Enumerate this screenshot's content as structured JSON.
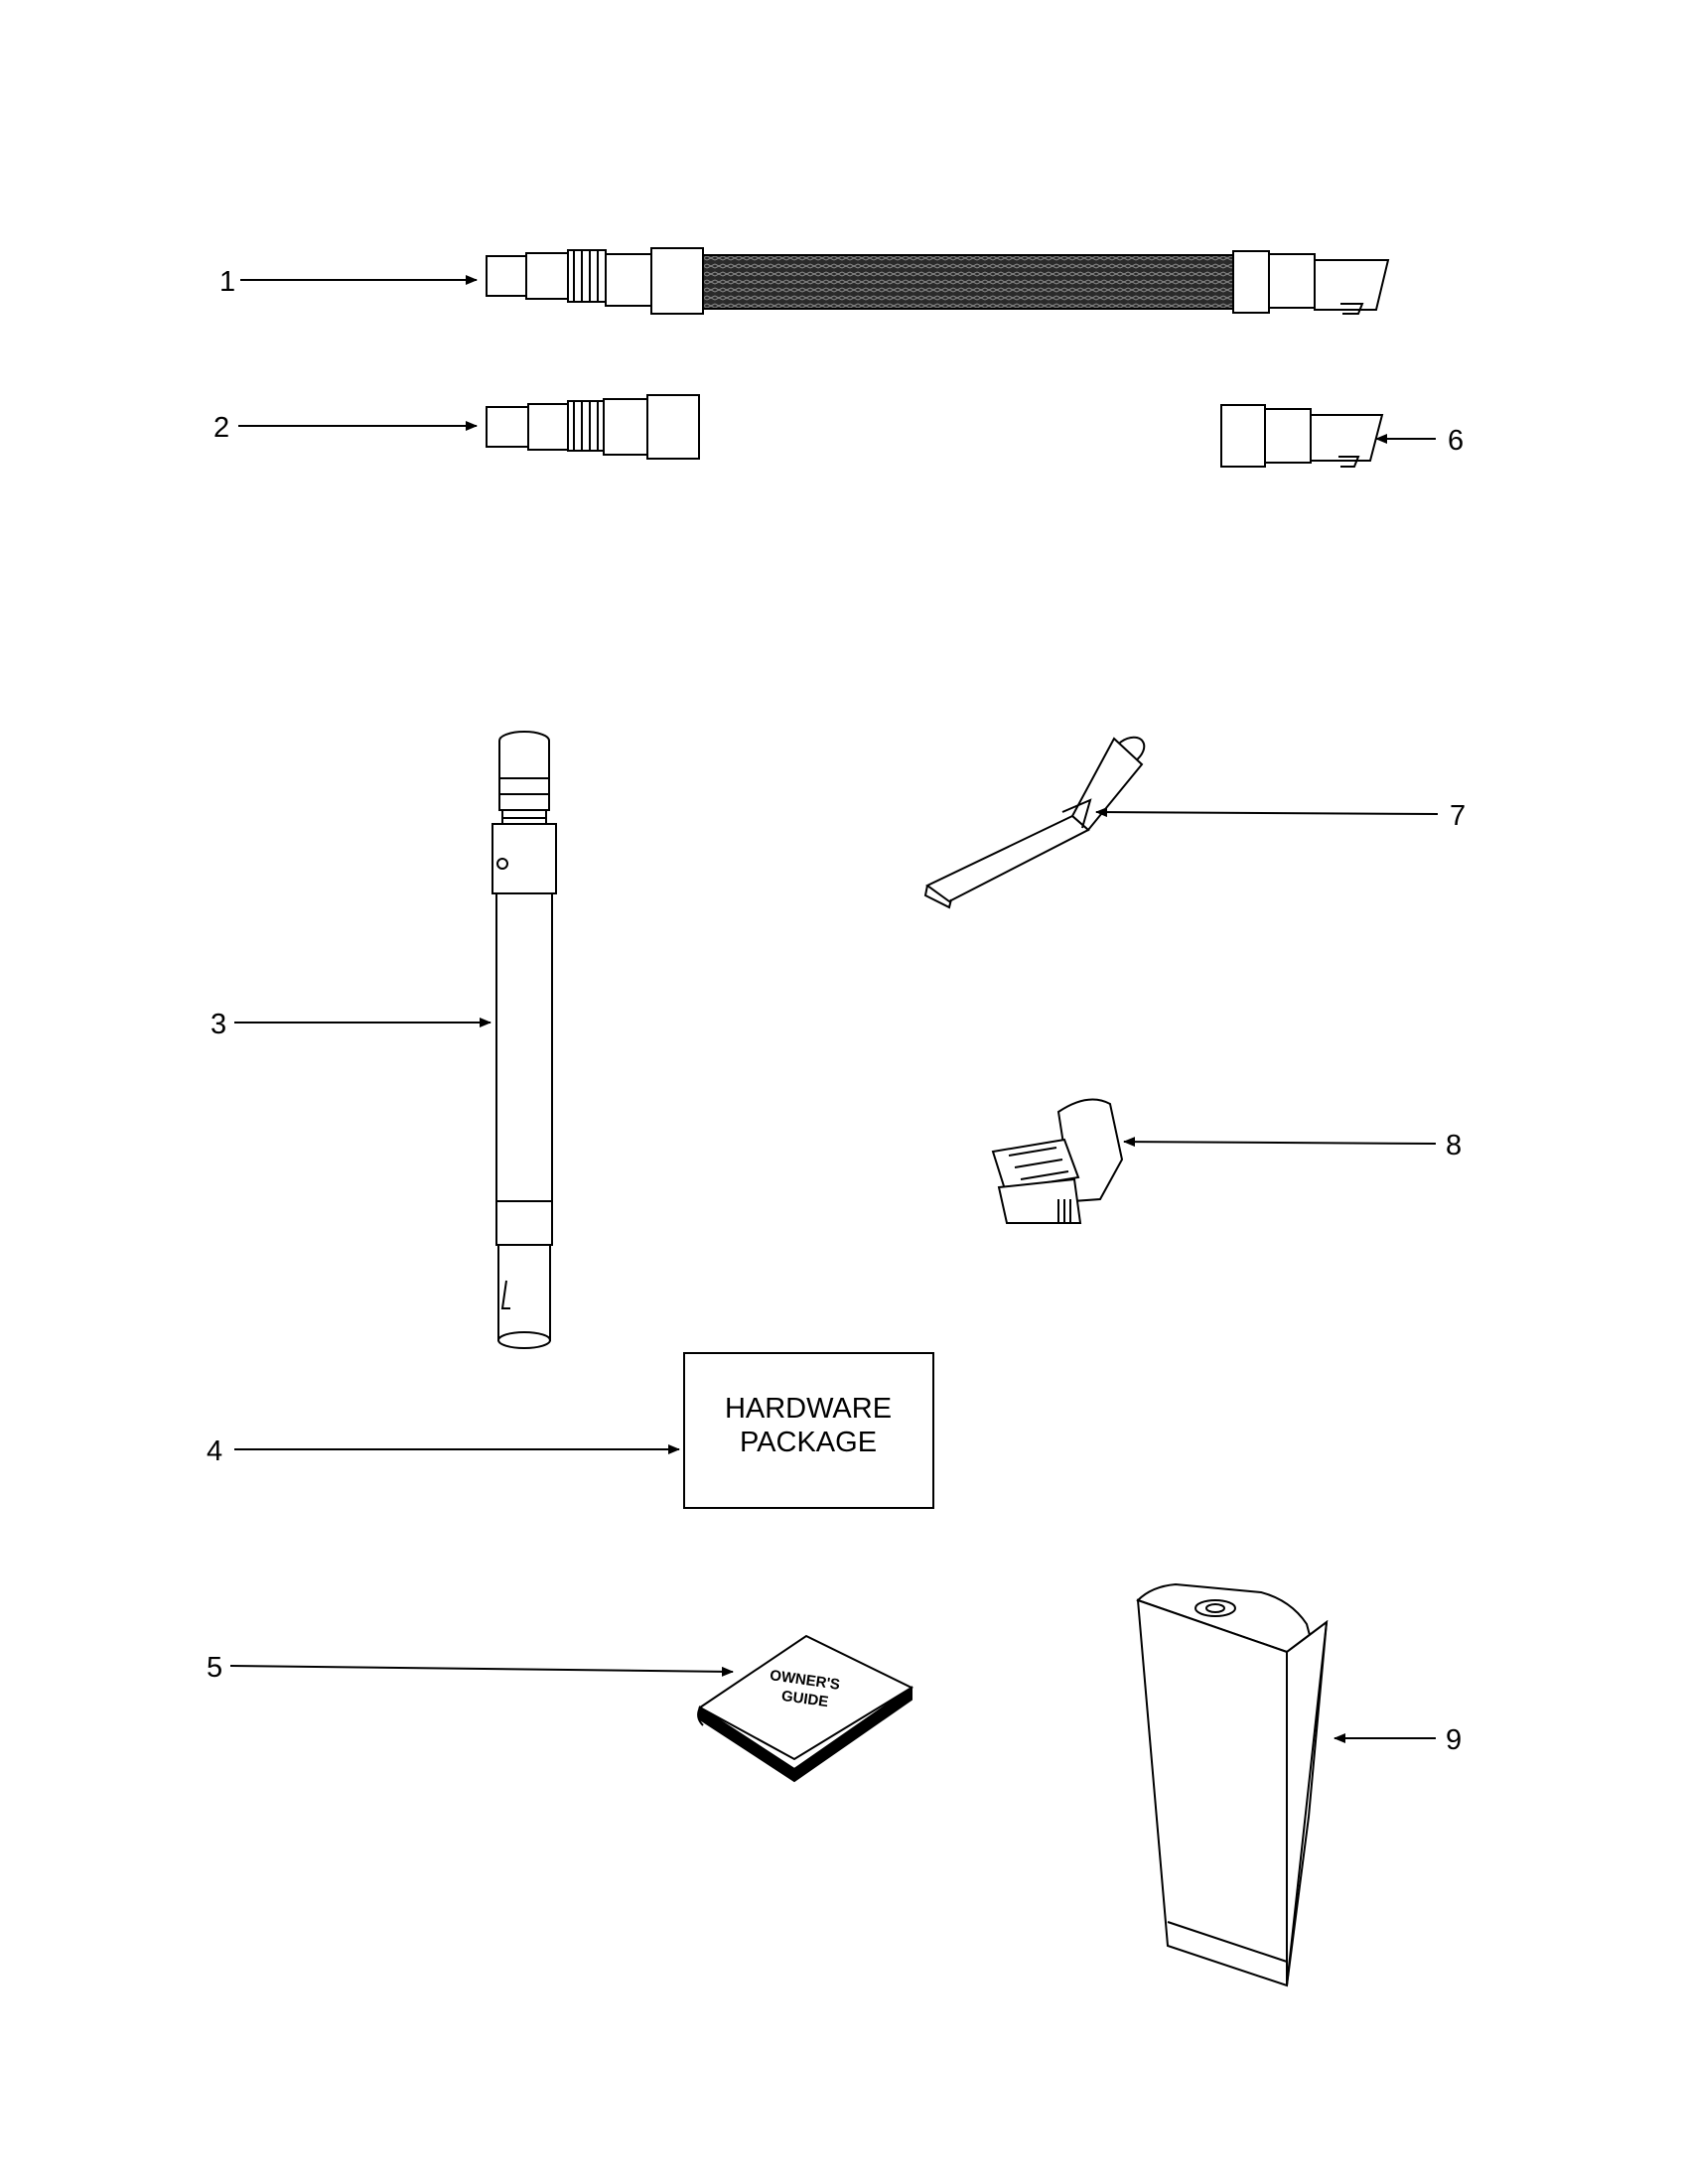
{
  "callouts": [
    {
      "id": "1",
      "label": "1"
    },
    {
      "id": "2",
      "label": "2"
    },
    {
      "id": "3",
      "label": "3"
    },
    {
      "id": "4",
      "label": "4"
    },
    {
      "id": "5",
      "label": "5"
    },
    {
      "id": "6",
      "label": "6"
    },
    {
      "id": "7",
      "label": "7"
    },
    {
      "id": "8",
      "label": "8"
    },
    {
      "id": "9",
      "label": "9"
    }
  ],
  "hardware_box": {
    "line1": "HARDWARE",
    "line2": "PACKAGE"
  },
  "owners_guide": {
    "line1": "OWNER'S",
    "line2": "GUIDE"
  },
  "colors": {
    "ink": "#000000",
    "paper": "#ffffff",
    "hose_fill": "#2a2a2a"
  },
  "parts": [
    {
      "callout": "1",
      "icon": "hose-assembly-icon"
    },
    {
      "callout": "2",
      "icon": "hose-end-handle-icon"
    },
    {
      "callout": "3",
      "icon": "extension-wand-icon"
    },
    {
      "callout": "4",
      "icon": "hardware-package-icon"
    },
    {
      "callout": "5",
      "icon": "owners-guide-book-icon"
    },
    {
      "callout": "6",
      "icon": "hose-end-nozzle-icon"
    },
    {
      "callout": "7",
      "icon": "crevice-tool-icon"
    },
    {
      "callout": "8",
      "icon": "dusting-brush-icon"
    },
    {
      "callout": "9",
      "icon": "vacuum-bag-icon"
    }
  ]
}
